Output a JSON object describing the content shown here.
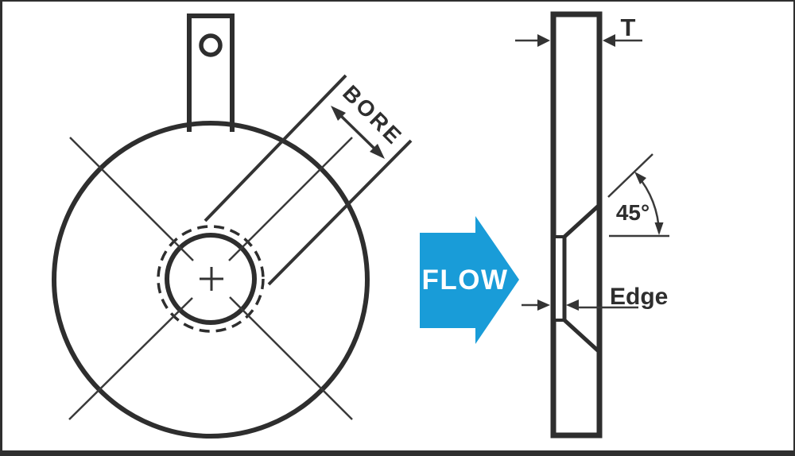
{
  "diagram": {
    "description_labels": {
      "bore": "BORE",
      "thickness": "T",
      "bevel_angle": "45°",
      "edge": "Edge",
      "flow": "FLOW"
    },
    "colors": {
      "flow_arrow_blue": "#199CD8",
      "plate_fill": "#D9D9D9",
      "line_dark": "#2E2E2E",
      "frame_border": "#2F2F2F",
      "background": "#FFFFFF"
    }
  }
}
